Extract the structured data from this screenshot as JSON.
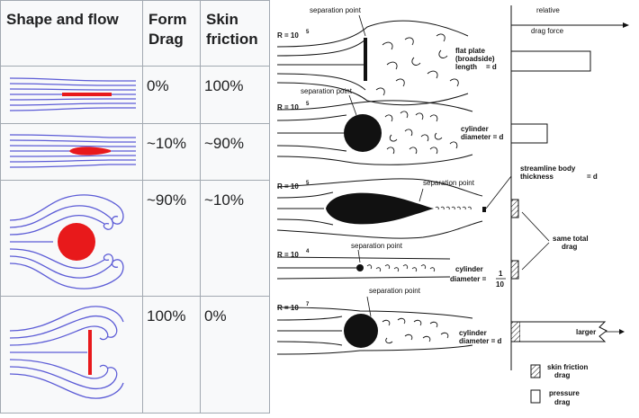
{
  "table": {
    "headers": {
      "shape": "Shape and flow",
      "form_line1": "Form",
      "form_line2": "Drag",
      "skin_line1": "Skin",
      "skin_line2": "friction"
    },
    "rows": [
      {
        "form": "0%",
        "skin": "100%"
      },
      {
        "form": "~10%",
        "skin": "~90%"
      },
      {
        "form": "~90%",
        "skin": "~10%"
      },
      {
        "form": "100%",
        "skin": "0%"
      }
    ]
  },
  "figure": {
    "header_relative": "relative",
    "header_drag_force": "drag force",
    "rows": [
      {
        "reynolds": "R = 10",
        "exponent": "5",
        "label": "separation point",
        "desc_lines": [
          "flat plate",
          "(broadside)",
          "length"
        ],
        "desc_eq": "= d"
      },
      {
        "reynolds": "R = 10",
        "exponent": "5",
        "label": "separation point",
        "desc_lines": [
          "cylinder",
          "diameter = d"
        ],
        "desc_eq": ""
      },
      {
        "reynolds": "R = 10",
        "exponent": "5",
        "label": "separation point",
        "desc_lines": [
          "streamline body",
          "thickness"
        ],
        "desc_eq": "= d"
      },
      {
        "reynolds": "R = 10",
        "exponent": "4",
        "label": "separation point",
        "desc_lines": [
          "cylinder",
          "diameter ="
        ],
        "frac_num": "1",
        "frac_den": "10"
      },
      {
        "reynolds": "R = 10",
        "exponent": "7",
        "label": "separation point",
        "desc_lines": [
          "cylinder",
          "diameter = d"
        ],
        "desc_eq": ""
      }
    ],
    "same_total_line1": "same total",
    "same_total_line2": "drag",
    "larger": "larger",
    "legend": {
      "skin_line1": "skin friction",
      "skin_line2": "drag",
      "pressure_line1": "pressure",
      "pressure_line2": "drag"
    },
    "colors": {
      "flow_line": "#5b5bd6",
      "body": "#e8191b",
      "ink": "#111111"
    }
  }
}
